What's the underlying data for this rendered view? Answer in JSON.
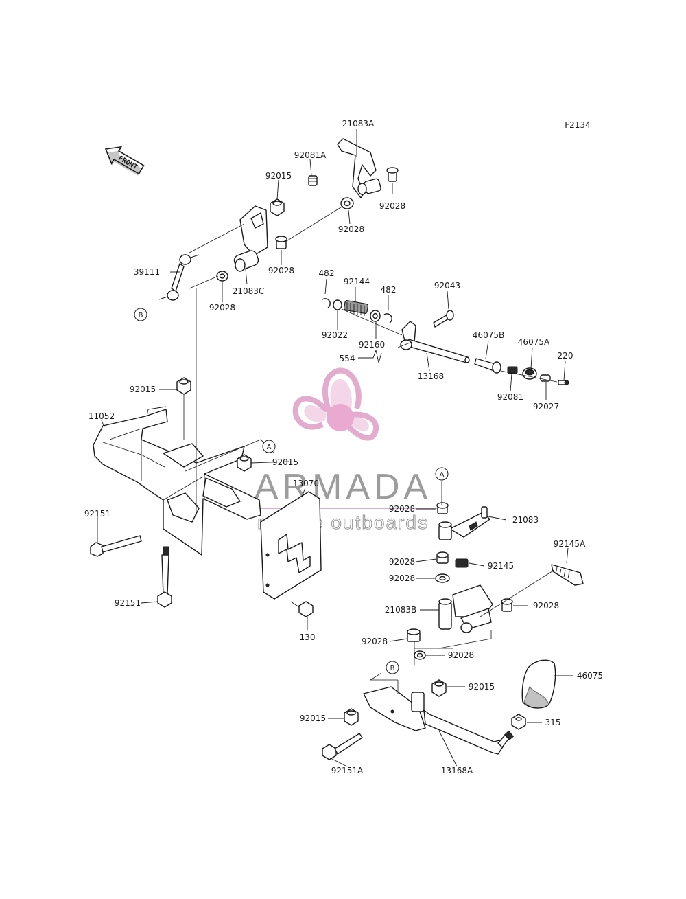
{
  "figure_id": "F2134",
  "front_label": "FRONT",
  "watermark": {
    "brand": "ARMADA",
    "tagline": "marine outboards",
    "logo_color": "#e0a3c8",
    "hub_color": "#e8a0cc"
  },
  "callouts": [
    "A",
    "B"
  ],
  "parts": [
    "21083A",
    "92081A",
    "92015",
    "92028",
    "92028",
    "92028",
    "39111",
    "21083C",
    "92028",
    "482",
    "92144",
    "482",
    "92043",
    "92022",
    "92160",
    "554",
    "46075B",
    "46075A",
    "220",
    "13168",
    "92081",
    "92027",
    "92015",
    "11052",
    "92015",
    "13070",
    "92151",
    "92151",
    "130",
    "92028",
    "21083",
    "92028",
    "92145",
    "92145A",
    "92028",
    "21083B",
    "92028",
    "92028",
    "92028",
    "46075",
    "92015",
    "92015",
    "315",
    "92151A",
    "13168A"
  ]
}
